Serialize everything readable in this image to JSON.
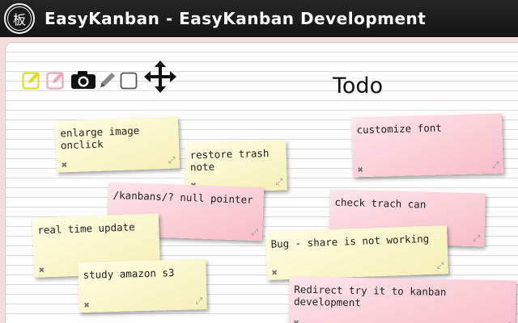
{
  "window": {
    "logo_glyph": "板",
    "title": "EasyKanban - EasyKanban Development"
  },
  "toolbar": {
    "icons": [
      "edit-note-yellow-icon",
      "edit-note-pink-icon",
      "camera-icon",
      "pencil-icon",
      "checkbox-icon",
      "move-icon"
    ],
    "colors": {
      "yellow": "#dede22",
      "pink": "#f0a8b8",
      "dark": "#111111",
      "gray": "#888888"
    }
  },
  "column": {
    "title": "Todo"
  },
  "notes": [
    {
      "text": "enlarge image onclick",
      "color": "yellow"
    },
    {
      "text": "restore trash note",
      "color": "yellow"
    },
    {
      "text": "customize font",
      "color": "pink"
    },
    {
      "text": "/kanbans/? null pointer",
      "color": "pink"
    },
    {
      "text": "check trach can",
      "color": "pink"
    },
    {
      "text": "real time update",
      "color": "yellow"
    },
    {
      "text": "Bug - share is not working",
      "color": "yellow"
    },
    {
      "text": "study amazon s3",
      "color": "yellow"
    },
    {
      "text": "Redirect try it to kanban development",
      "color": "pink"
    }
  ],
  "note_controls": {
    "close_glyph": "✖",
    "resize_glyph": "⤢"
  }
}
